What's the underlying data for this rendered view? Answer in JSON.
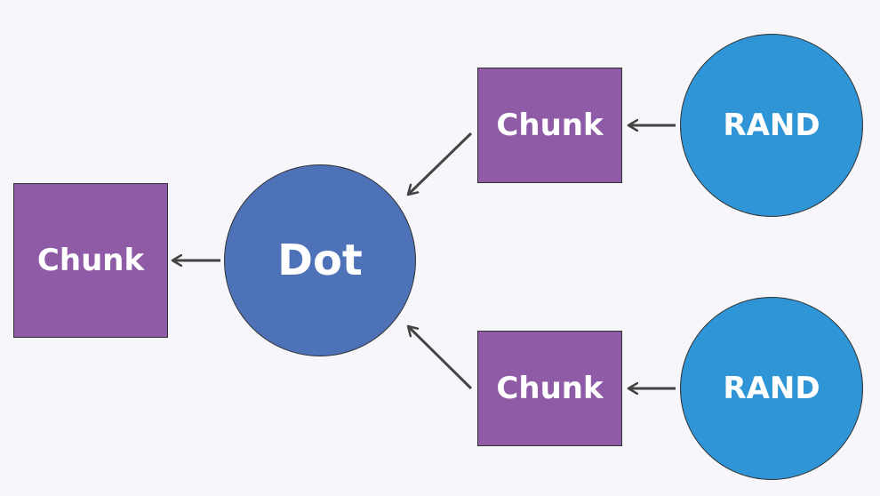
{
  "nodes": {
    "chunk_out": "Chunk",
    "dot": "Dot",
    "chunk_top": "Chunk",
    "chunk_bottom": "Chunk",
    "rand_top": "RAND",
    "rand_bottom": "RAND"
  },
  "colors": {
    "chunk": "#8f5ba6",
    "dot": "#4d72b8",
    "rand": "#2f95d6",
    "arrow": "#444444",
    "background": "#f6f6fb"
  }
}
